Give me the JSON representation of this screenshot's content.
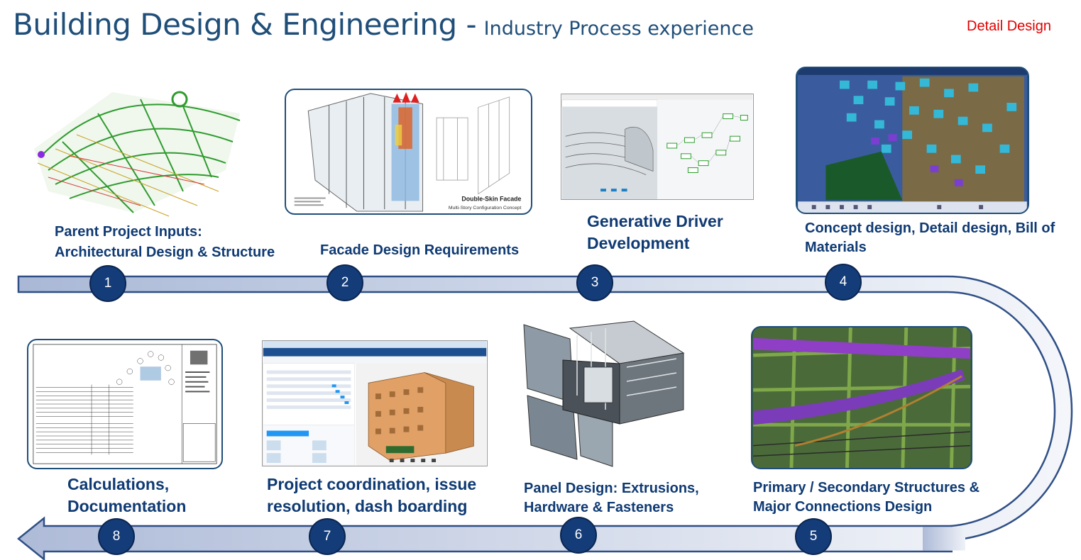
{
  "title": {
    "main": "Building Design & Engineering -",
    "sub": "Industry Process experience"
  },
  "tag": "Detail Design",
  "colors": {
    "title": "#1f4e79",
    "tag": "#e00000",
    "badge": "#143c78",
    "label": "#0f3a73",
    "arrow_fill": "#b7c4dd",
    "arrow_stroke": "#2f4f86"
  },
  "steps": [
    {
      "number": "1",
      "line1": "Parent Project  Inputs:",
      "line2": "Architectural Design & Structure"
    },
    {
      "number": "2",
      "line1": "Facade Design Requirements",
      "line2": ""
    },
    {
      "number": "3",
      "line1": "Generative Driver",
      "line2": "Development"
    },
    {
      "number": "4",
      "line1": "Concept design, Detail design, Bill of",
      "line2": "Materials"
    },
    {
      "number": "5",
      "line1": "Primary / Secondary Structures &",
      "line2": "Major Connections Design"
    },
    {
      "number": "6",
      "line1": "Panel Design: Extrusions,",
      "line2": "Hardware & Fasteners"
    },
    {
      "number": "7",
      "line1": "Project coordination, issue",
      "line2": "resolution, dash boarding"
    },
    {
      "number": "8",
      "line1": "Calculations,",
      "line2": "Documentation"
    }
  ],
  "images": {
    "facade_caption": "Double-Skin Facade",
    "facade_subcaption": "Multi-Story Configuration Concept"
  }
}
